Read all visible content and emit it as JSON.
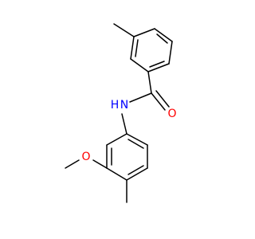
{
  "molecule": {
    "atoms": {
      "nitrogen_label": "N",
      "hydrogen_label": "H",
      "carbonyl_oxygen_label": "O",
      "ether_oxygen_label": "O"
    },
    "colors": {
      "bond": "#000000",
      "nitrogen": "#0000ff",
      "oxygen": "#ff0000",
      "background": "#ffffff"
    }
  }
}
